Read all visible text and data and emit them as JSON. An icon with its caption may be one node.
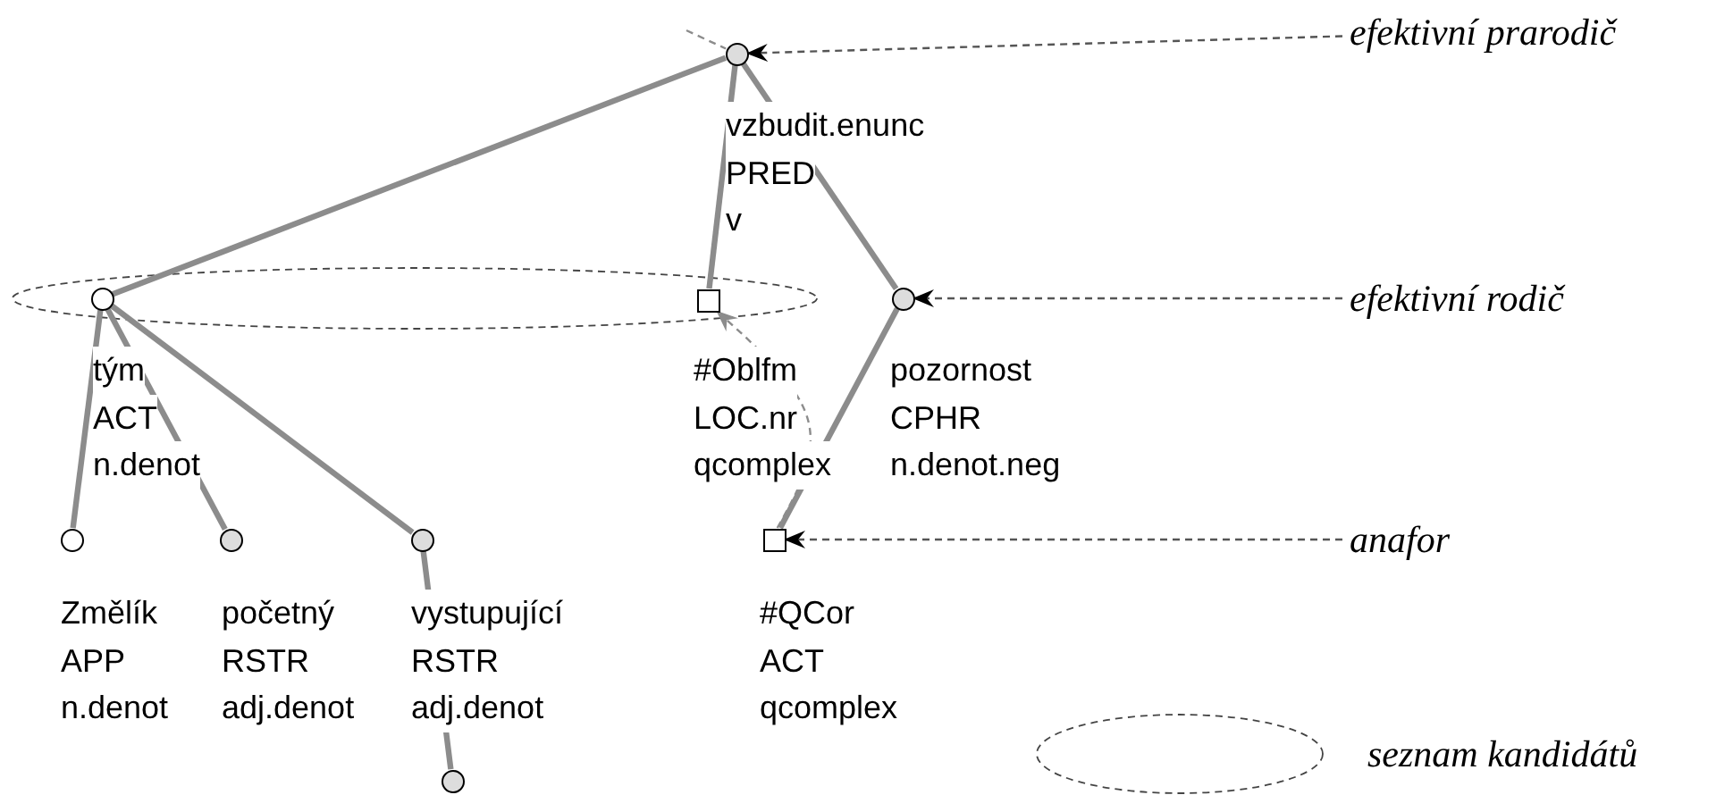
{
  "diagram": {
    "nodes": [
      {
        "text": [],
        "shape": "circle",
        "beside": [
          "vzbudit.enunc",
          "PRED",
          "v"
        ]
      },
      {
        "text": [],
        "shape": "circle",
        "beside": [
          "tým",
          "ACT",
          "n.denot"
        ]
      },
      {
        "text": [],
        "shape": "box",
        "beside": [
          "#Oblfm",
          "LOC.nr",
          "qcomplex"
        ]
      },
      {
        "text": [],
        "shape": "circle",
        "beside": [
          "pozornost",
          "CPHR",
          "n.denot.neg"
        ]
      },
      {
        "text": [],
        "shape": "circle",
        "beside": [
          "Změlík",
          "APP",
          "n.denot"
        ]
      },
      {
        "text": [],
        "shape": "circle",
        "beside": [
          "početný",
          "RSTR",
          "adj.denot"
        ]
      },
      {
        "text": [],
        "shape": "circle",
        "beside": [
          "vystupující",
          "RSTR",
          "adj.denot"
        ]
      },
      {
        "text": [],
        "shape": "box",
        "beside": [
          "#QCor",
          "ACT",
          "qcomplex"
        ]
      },
      {
        "text": [],
        "shape": "circle"
      },
      {
        "text": [
          "efektivní prarodič"
        ]
      },
      {
        "text": [
          "efektivní rodič"
        ]
      },
      {
        "text": [
          "anafor"
        ]
      }
    ],
    "edges": [
      {
        "from": 0,
        "to": 1,
        "arrow": "none"
      },
      {
        "from": 0,
        "to": 2,
        "arrow": "none"
      },
      {
        "from": 0,
        "to": 3,
        "arrow": "none"
      },
      {
        "from": 1,
        "to": 4,
        "arrow": "none"
      },
      {
        "from": 1,
        "to": 5,
        "arrow": "none"
      },
      {
        "from": 1,
        "to": 6,
        "arrow": "none"
      },
      {
        "from": 3,
        "to": 7,
        "arrow": "none"
      },
      {
        "from": 6,
        "to": 8,
        "arrow": "none"
      },
      {
        "from": 7,
        "to": 2,
        "arrow": "to",
        "style": "dashed"
      },
      {
        "from": 9,
        "to": 0,
        "arrow": "to",
        "style": "dashed",
        "color": "#555555"
      },
      {
        "from": 10,
        "to": 3,
        "arrow": "to",
        "style": "dashed",
        "color": "#555555"
      },
      {
        "from": 11,
        "to": 7,
        "arrow": "to",
        "style": "dashed",
        "color": "#555555"
      },
      {
        "from": null,
        "to": 0,
        "arrow": "none",
        "style": "dashed"
      }
    ],
    "legend": [
      {
        "text": "seznam kandidátů"
      }
    ]
  }
}
